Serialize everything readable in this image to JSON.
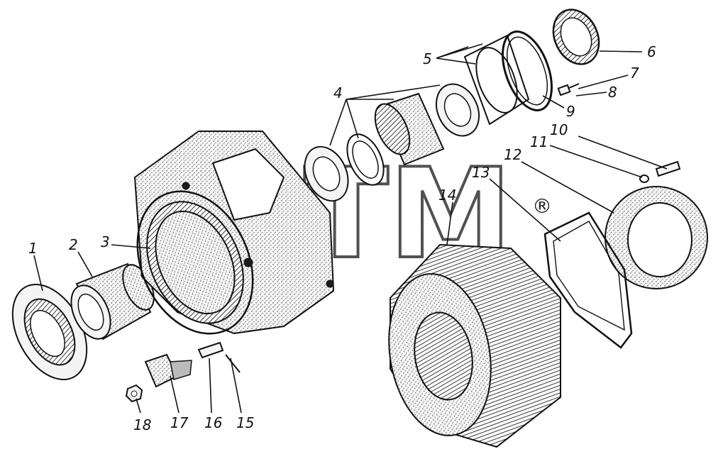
{
  "watermark": {
    "text": "BTM",
    "registered_mark": "®"
  },
  "callouts": [
    "1",
    "2",
    "3",
    "4",
    "5",
    "6",
    "7",
    "8",
    "9",
    "10",
    "11",
    "12",
    "13",
    "14",
    "15",
    "16",
    "17",
    "18"
  ],
  "colors": {
    "ink": "#111111",
    "background": "#ffffff"
  }
}
